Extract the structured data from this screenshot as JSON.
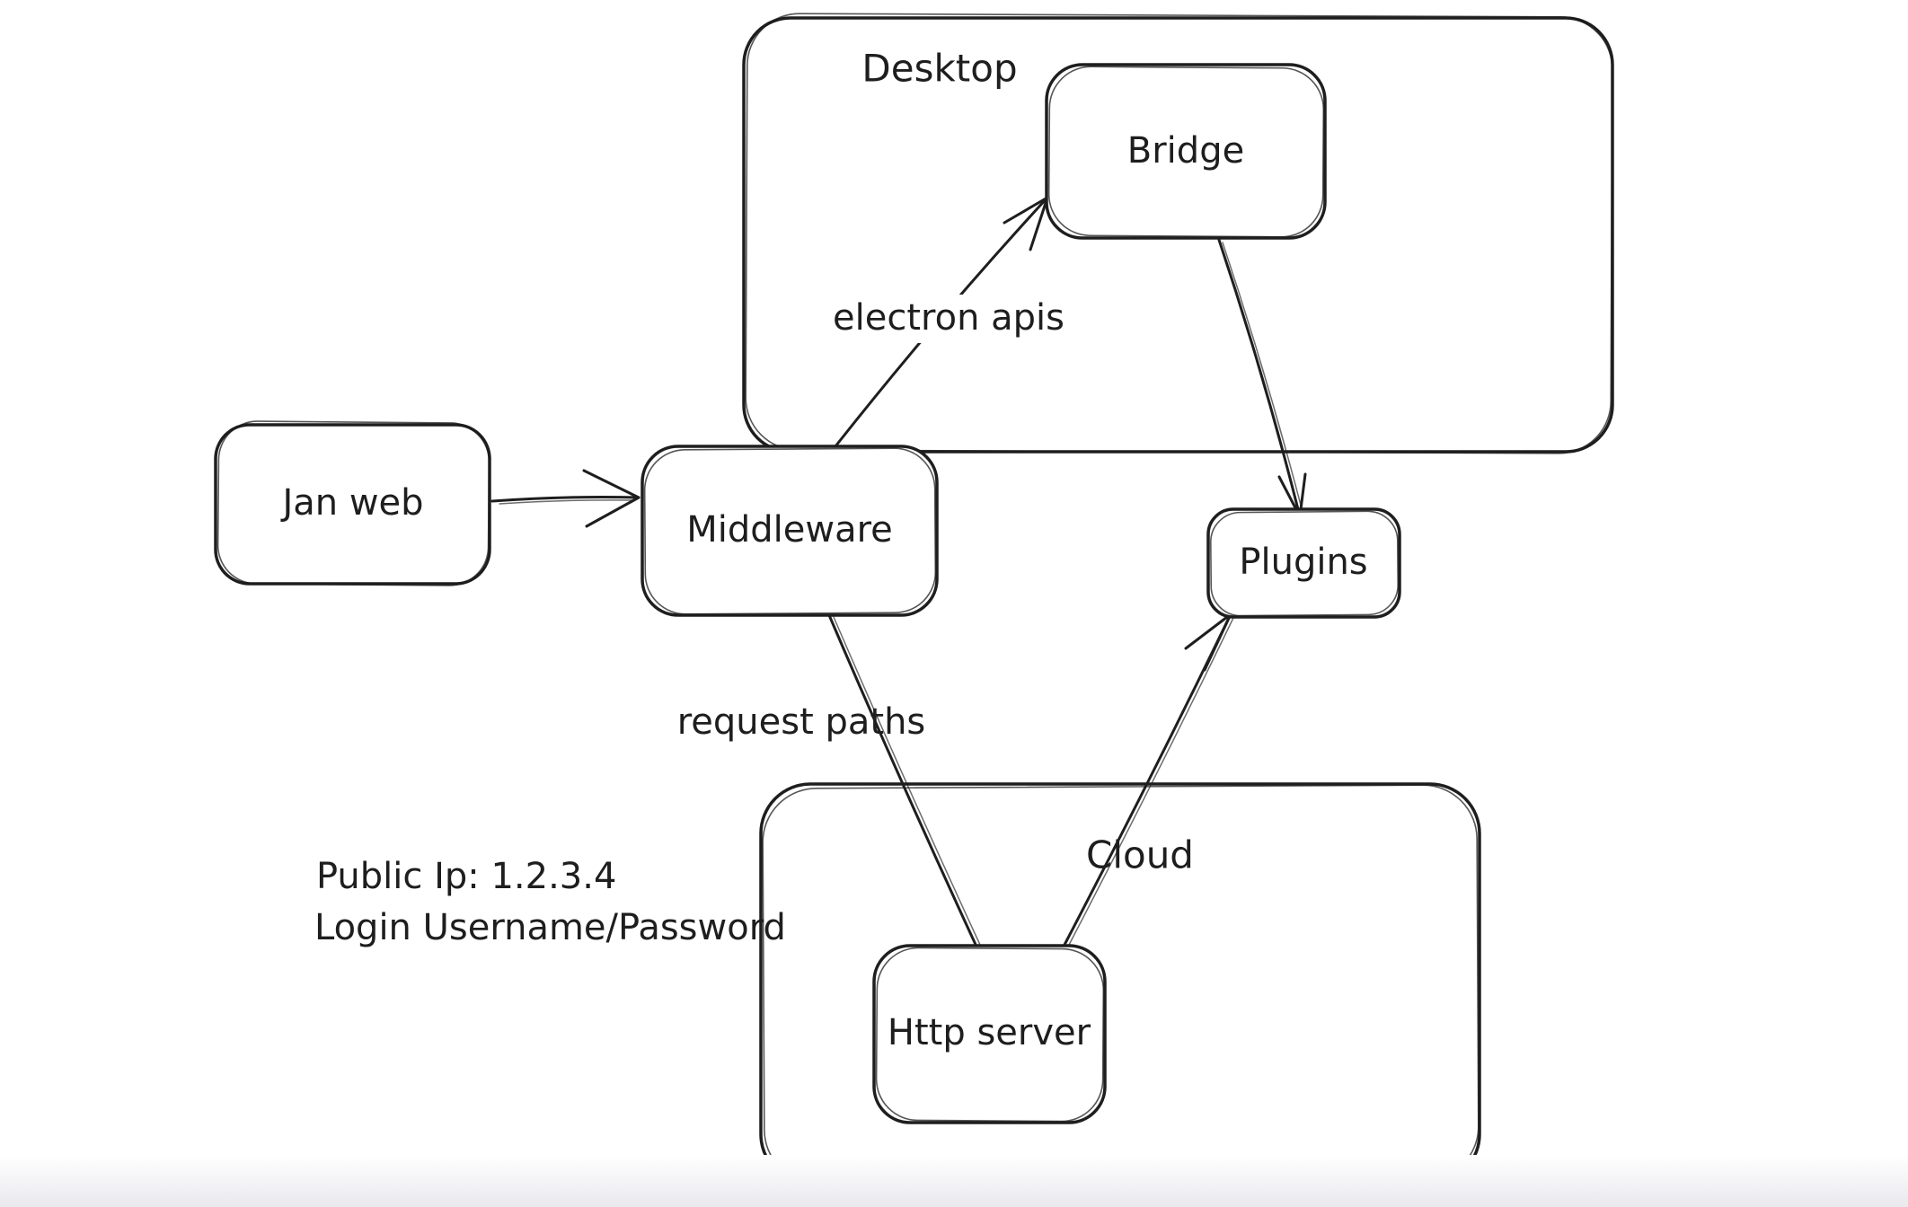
{
  "containers": [
    {
      "id": "desktop",
      "label": "Desktop"
    },
    {
      "id": "cloud",
      "label": "Cloud"
    }
  ],
  "nodes": [
    {
      "id": "jan-web",
      "label": "Jan web"
    },
    {
      "id": "middleware",
      "label": "Middleware"
    },
    {
      "id": "bridge",
      "label": "Bridge"
    },
    {
      "id": "plugins",
      "label": "Plugins"
    },
    {
      "id": "http-server",
      "label": "Http server"
    }
  ],
  "edges": [
    {
      "from": "jan-web",
      "to": "middleware",
      "label": ""
    },
    {
      "from": "middleware",
      "to": "bridge",
      "label": "electron apis"
    },
    {
      "from": "bridge",
      "to": "plugins",
      "label": ""
    },
    {
      "from": "middleware",
      "to": "http-server",
      "label": "request paths"
    },
    {
      "from": "http-server",
      "to": "plugins",
      "label": ""
    }
  ],
  "note": {
    "line1": "Public Ip: 1.2.3.4",
    "line2": "Login Username/Password"
  },
  "colors": {
    "stroke": "#1e1e1e",
    "bg": "#ffffff",
    "bottom_edge": "#e9e9ee"
  }
}
